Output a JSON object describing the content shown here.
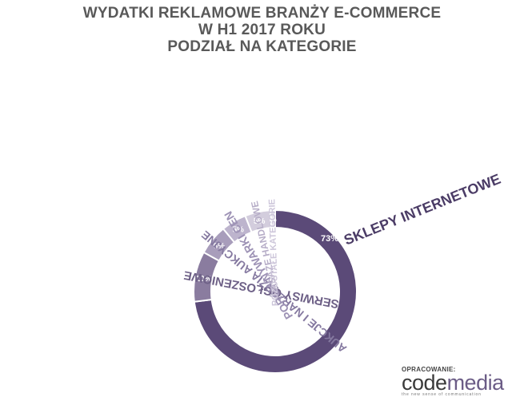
{
  "chart_data": {
    "type": "pie",
    "variant": "donut",
    "title_lines": [
      "WYDATKI REKLAMOWE BRANŻY E-COMMERCE",
      "W H1 2017 ROKU",
      "PODZIAŁ NA KATEGORIE"
    ],
    "slices": [
      {
        "label": "SKLEPY INTERNETOWE",
        "value": 73,
        "display": "73%",
        "color": "#5b4a78",
        "label_color": "#4b3c66"
      },
      {
        "label": "SERWISY OGŁOSZENIOWE",
        "value": 10,
        "display": "10%",
        "color": "#8a7c9f",
        "label_color": "#6e6187"
      },
      {
        "label": "AUKCJE I NARZĘDZIA AUKCYJNE",
        "value": 6,
        "display": "6%",
        "color": "#a89dbb",
        "label_color": "#8579a0"
      },
      {
        "label": "PORÓWNYWARKI CEN",
        "value": 5,
        "display": "5%",
        "color": "#bdb4cd",
        "label_color": "#9d92b5"
      },
      {
        "label": "PASAŻE HANDLOWE",
        "value": 5,
        "display": "5%",
        "color": "#d3cddd",
        "label_color": "#b7aec8"
      },
      {
        "label": "POZOSTAŁE KATEGORIE",
        "value": 1,
        "display": "%",
        "color": "#e8e4ee",
        "label_color": "#cdc6da"
      }
    ]
  },
  "credit": {
    "label": "OPRACOWANIE:",
    "logo_a": "code",
    "logo_b": "media",
    "tagline": "the new sense of communication"
  }
}
